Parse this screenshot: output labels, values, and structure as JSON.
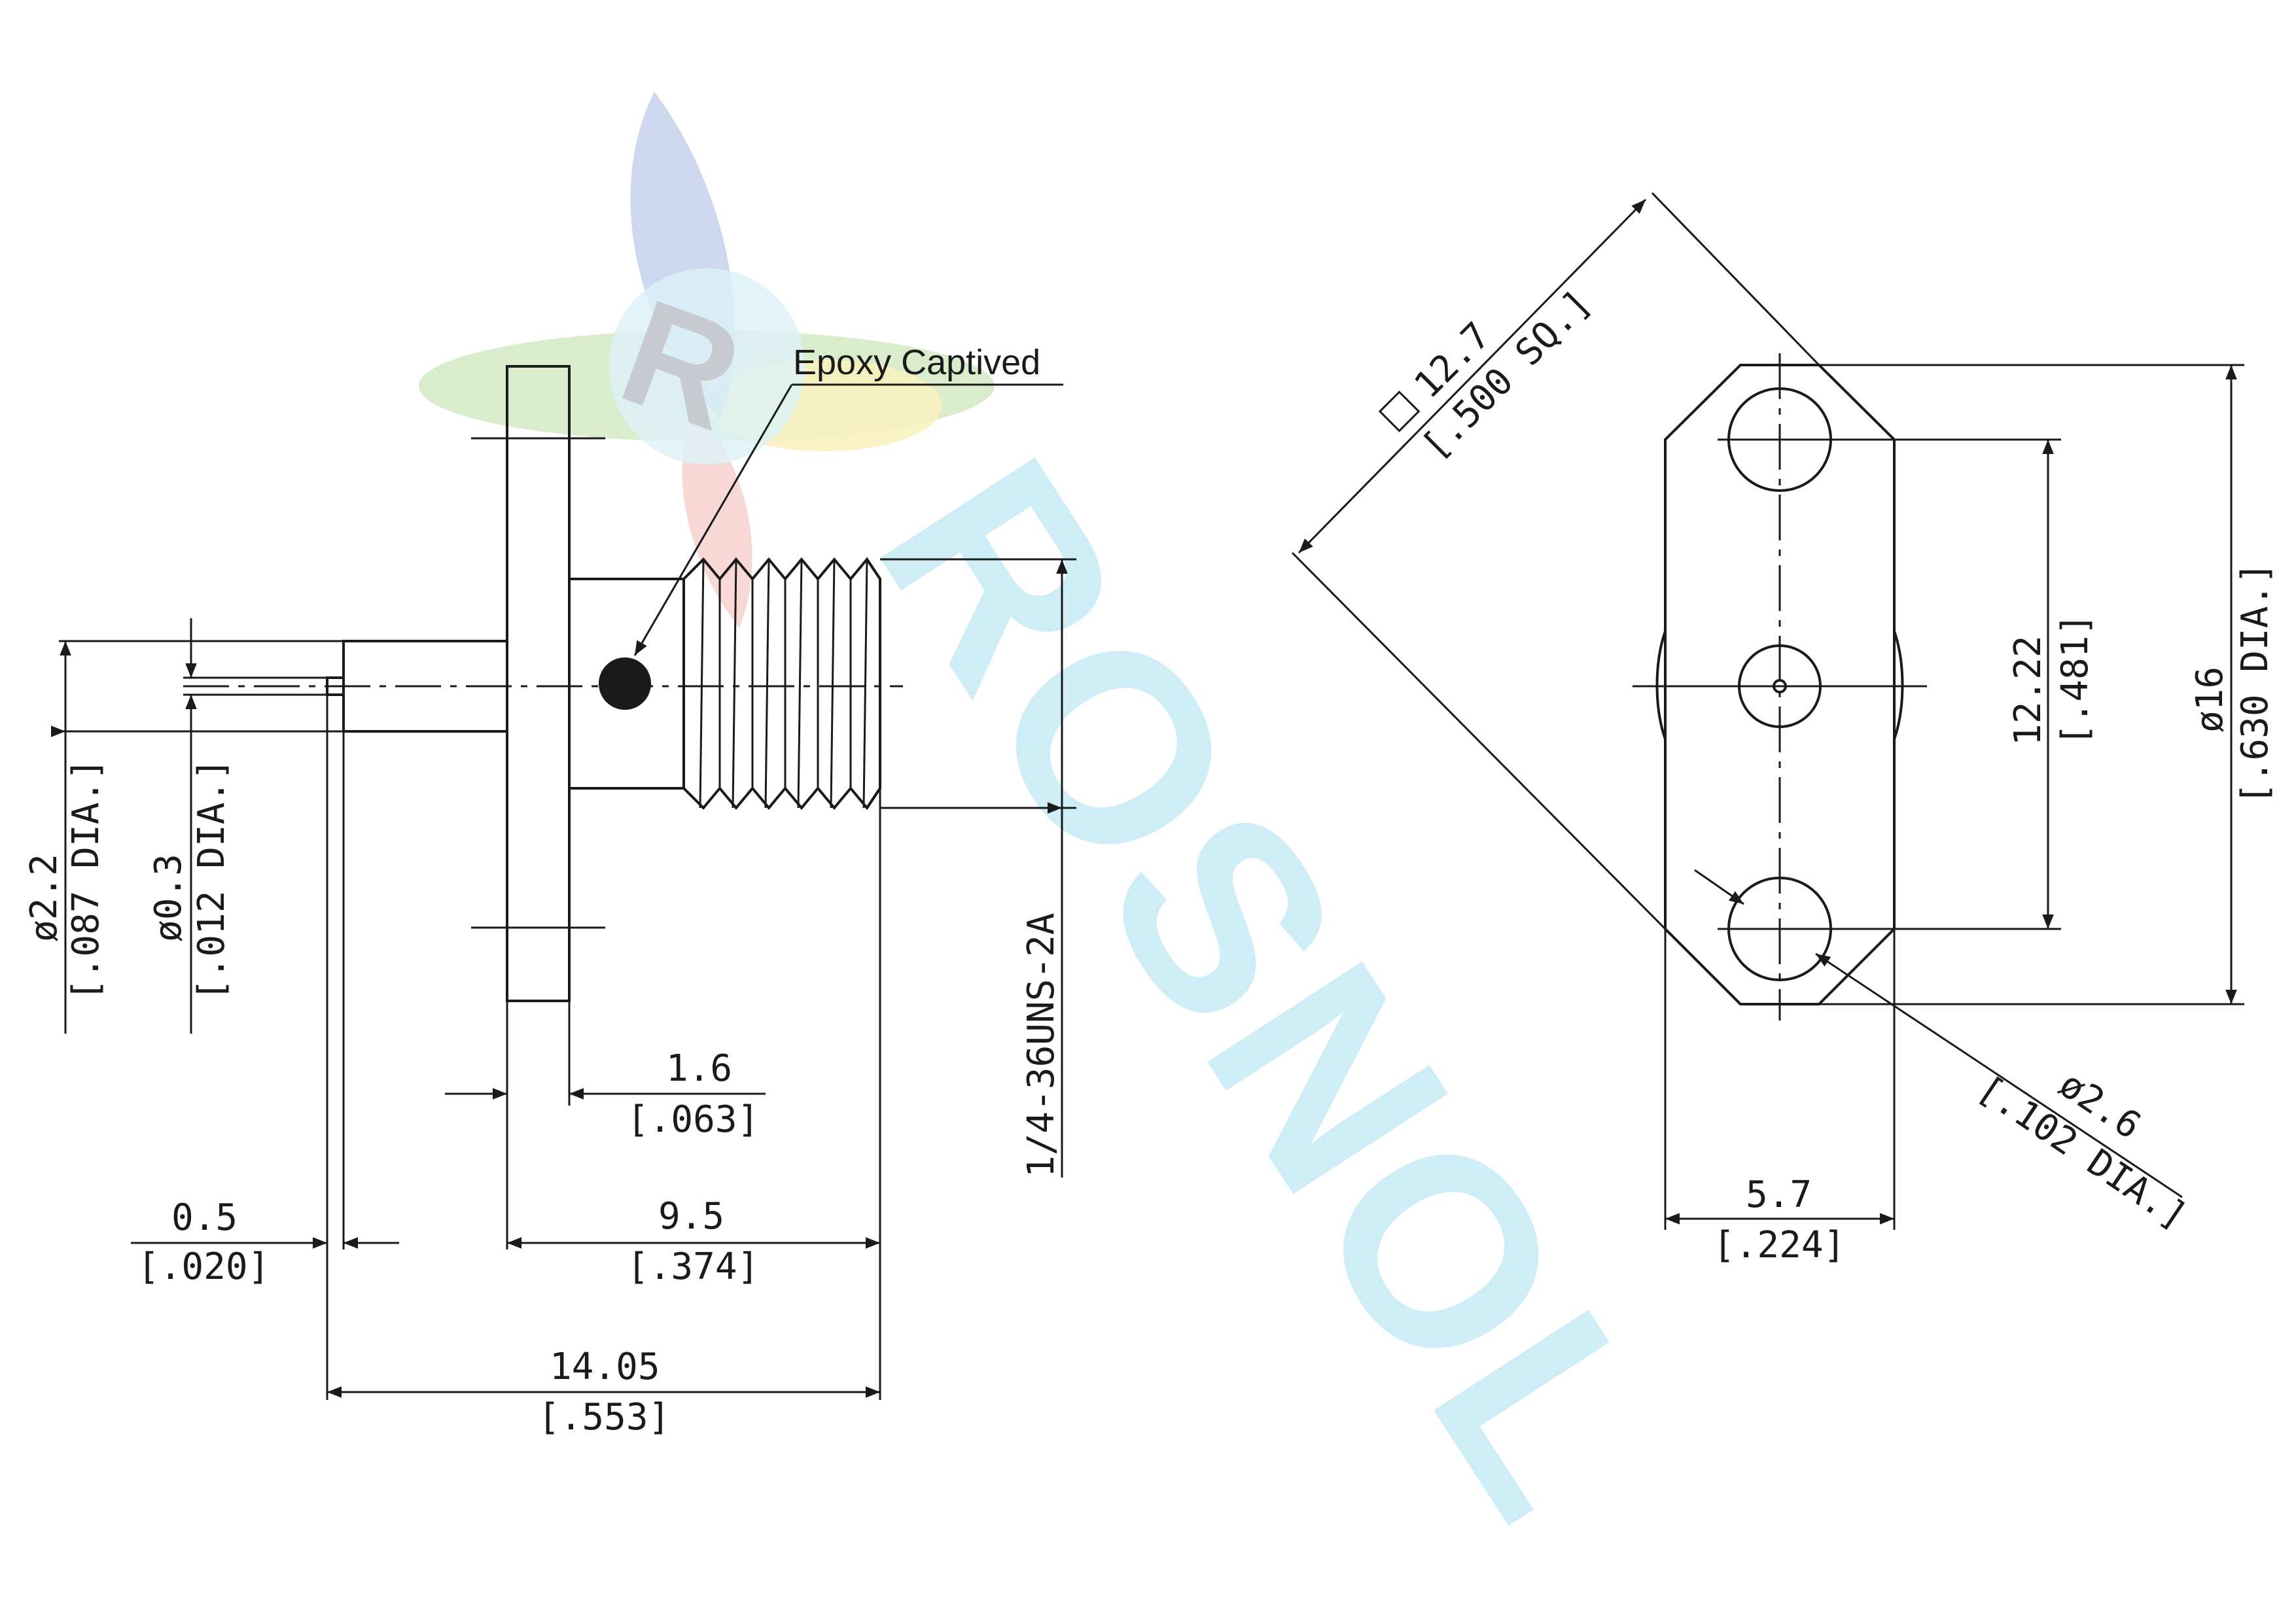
{
  "drawing": {
    "callout": "Epoxy Captived",
    "watermark": "ROSNOL",
    "side_view": {
      "pin_dia": {
        "mm": "ø0.3",
        "inch": "[.012 DIA.]"
      },
      "dielectric_dia": {
        "mm": "ø2.2",
        "inch": "[.087 DIA.]"
      },
      "pin_length": {
        "mm": "0.5",
        "inch": "[.020]"
      },
      "flange_thickness": {
        "mm": "1.6",
        "inch": "[.063]"
      },
      "body_length": {
        "mm": "9.5",
        "inch": "[.374]"
      },
      "overall_length": {
        "mm": "14.05",
        "inch": "[.553]"
      },
      "thread": "1/4-36UNS-2A"
    },
    "front_view": {
      "square": {
        "mm": "12.7",
        "inch": "[.500 SQ.]"
      },
      "hole_spacing": {
        "mm": "12.22",
        "inch": "[.481]"
      },
      "flange_dia": {
        "mm": "ø16",
        "inch": "[.630 DIA.]"
      },
      "hole_dia": {
        "mm": "ø2.6",
        "inch": "[.102 DIA.]"
      },
      "width": {
        "mm": "5.7",
        "inch": "[.224]"
      }
    }
  },
  "colors": {
    "line": "#1a1a1a",
    "watermark": "#bfe7f3",
    "logo_blue": "#8fa6d8",
    "logo_green": "#9ccf7a",
    "logo_yellow": "#f2e48a",
    "logo_red": "#f0b0a8"
  }
}
